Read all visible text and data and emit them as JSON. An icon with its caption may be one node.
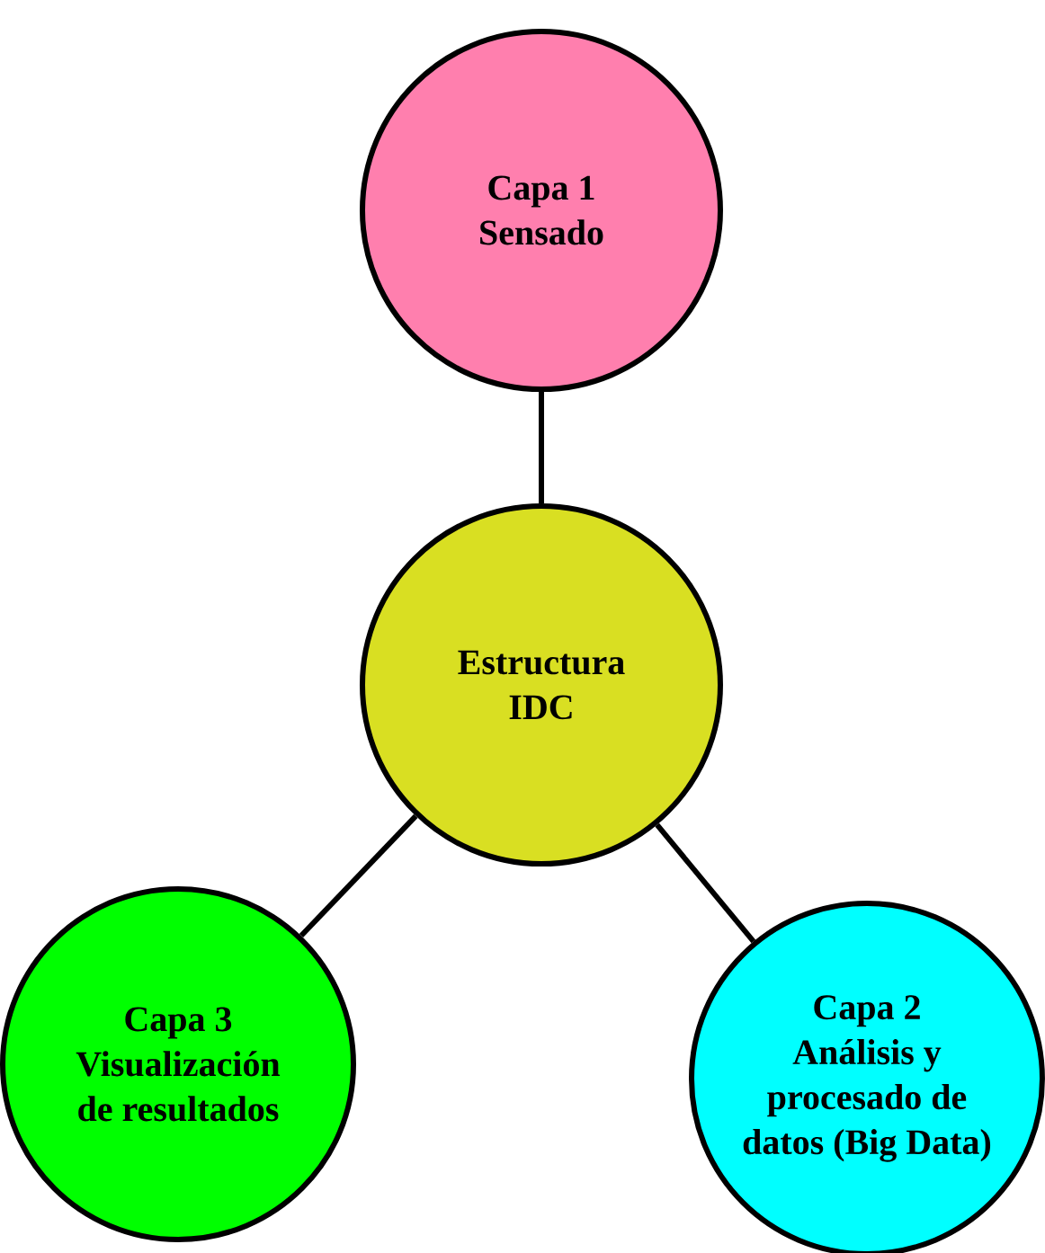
{
  "diagram": {
    "nodes": [
      {
        "text": [
          "Capa 1",
          "Sensado"
        ]
      },
      {
        "text": [
          "Estructura IDC"
        ]
      },
      {
        "text": [
          "Capa 3",
          "Visualización de resultados"
        ]
      },
      {
        "text": [
          "Capa 2",
          "Análisis y procesado de datos (Big Data)"
        ]
      }
    ],
    "edges": [
      {
        "from": 1,
        "to": 0,
        "arrow": "none"
      },
      {
        "from": 1,
        "to": 2,
        "arrow": "none"
      },
      {
        "from": 1,
        "to": 3,
        "arrow": "none"
      }
    ]
  }
}
